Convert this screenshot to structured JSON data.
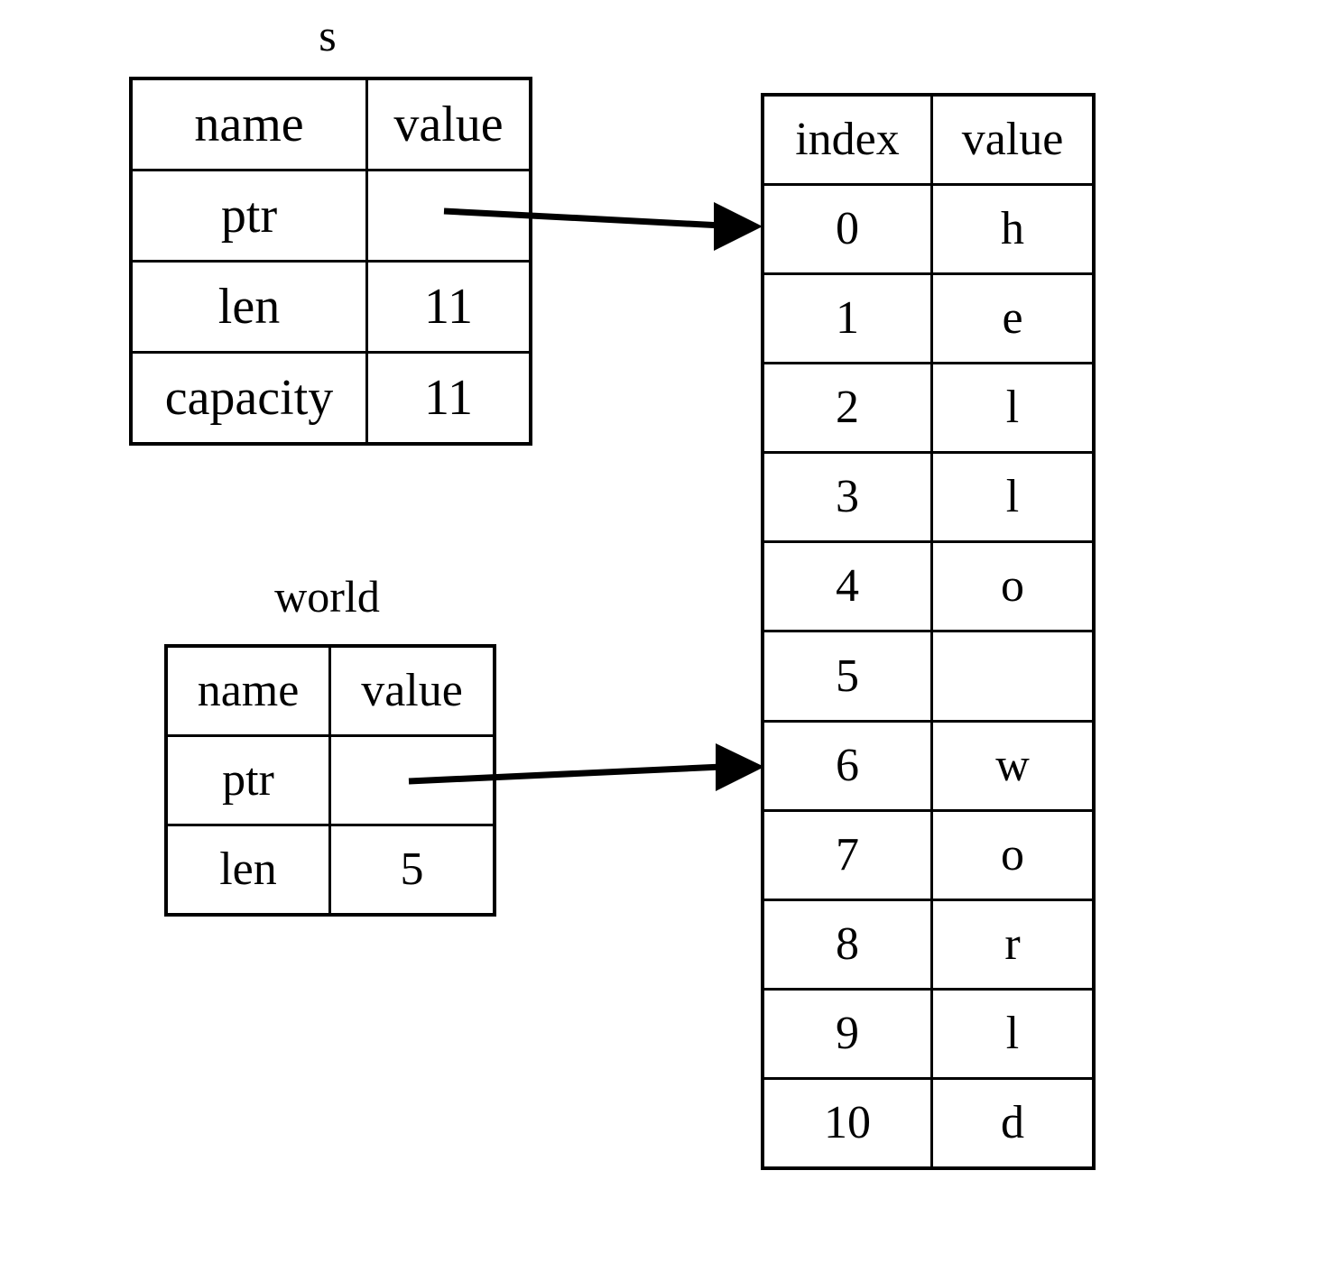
{
  "diagram": {
    "title_s": "s",
    "title_world": "world",
    "stroke_color": "#000000",
    "background_color": "#ffffff"
  },
  "struct_s": {
    "label": "s",
    "headers": [
      "name",
      "value"
    ],
    "rows": [
      {
        "name": "ptr",
        "value": ""
      },
      {
        "name": "len",
        "value": "11"
      },
      {
        "name": "capacity",
        "value": "11"
      }
    ]
  },
  "struct_world": {
    "label": "world",
    "headers": [
      "name",
      "value"
    ],
    "rows": [
      {
        "name": "ptr",
        "value": ""
      },
      {
        "name": "len",
        "value": "5"
      }
    ]
  },
  "buffer": {
    "headers": [
      "index",
      "value"
    ],
    "rows": [
      {
        "index": "0",
        "value": "h"
      },
      {
        "index": "1",
        "value": "e"
      },
      {
        "index": "2",
        "value": "l"
      },
      {
        "index": "3",
        "value": "l"
      },
      {
        "index": "4",
        "value": "o"
      },
      {
        "index": "5",
        "value": ""
      },
      {
        "index": "6",
        "value": "w"
      },
      {
        "index": "7",
        "value": "o"
      },
      {
        "index": "8",
        "value": "r"
      },
      {
        "index": "9",
        "value": "l"
      },
      {
        "index": "10",
        "value": "d"
      }
    ]
  },
  "arrows": [
    {
      "name": "s-ptr-arrow",
      "from_label": "s.ptr",
      "to_label": "buffer index 0"
    },
    {
      "name": "world-ptr-arrow",
      "from_label": "world.ptr",
      "to_label": "buffer index 6"
    }
  ]
}
